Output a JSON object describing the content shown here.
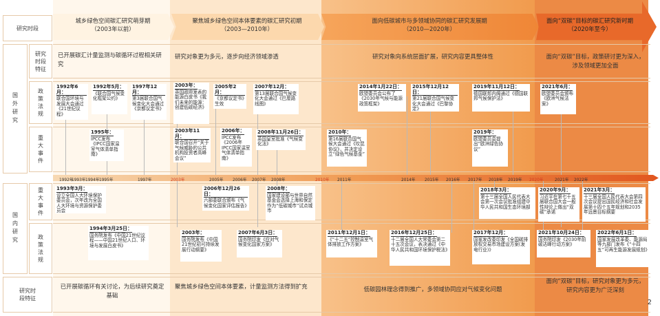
{
  "row_labels": {
    "period": "研究时段",
    "foreign_group": "国外研究",
    "domestic_group": "国内研究",
    "feature": "研究时段特征",
    "policy": "政策法规",
    "events": "重大事件"
  },
  "phases": [
    {
      "title": "城乡绿色空间碳汇研究萌芽期",
      "range": "（2003年以前）",
      "foreign_feature": "已开展碳汇计量监测与碳循环过程相关研究",
      "domestic_feature": "已开展碳循环有关讨论，为后续研究奠定基础",
      "color": "#fff7ec"
    },
    {
      "title": "聚焦城乡绿色空间本体要素的碳汇研究初期",
      "range": "（2003—2010年）",
      "foreign_feature": "研究对象更为多元，逐步向经济领域渗透",
      "domestic_feature": "聚焦城乡绿色空间本体要素，计量监测方法得到扩充",
      "color": "#fde4c8"
    },
    {
      "title": "面向低碳城市与多领域协同的碳汇研究发展期",
      "range": "（2010—2020年）",
      "foreign_feature": "研究对象向系统层面扩展，研究内容更具整体性",
      "domestic_feature": "低碳园林理念得到推广，多领域协同应对气候变化问题",
      "color": "#f6a95c"
    },
    {
      "title": "面向“双碳”目标的碳汇研究新时期",
      "range": "（2020年至今）",
      "foreign_feature": "面向“双碳”目标，政策研讨更为深入，涉及领域更加全面",
      "domestic_feature": "面向“双碳”目标，研究对象更为多元，研究内容更为广泛深刻",
      "color": "#ec7b33"
    }
  ],
  "timeline_ticks": [
    "1992年",
    "1993年",
    "1994年",
    "1995年",
    "1997年",
    "2003年",
    "2005年",
    "2006年",
    "2007年",
    "2008年",
    "2010年",
    "2011年",
    "2014年",
    "2015年",
    "2016年",
    "2017年",
    "2018年",
    "2019年",
    "2020年",
    "2021年",
    "2022年"
  ],
  "cards": [
    {
      "date": "1992年6月：",
      "text": "联合国环境与发展大会通过《21世纪议程》"
    },
    {
      "date": "1992年5月：",
      "text": "《联合国气候变化框架公约》"
    },
    {
      "date": "1997年12月：",
      "text": "第3届联合国气候变化大会通过《京都议定书》"
    },
    {
      "date": "2003年：",
      "text": "英国政府发表的能源白皮书《我们未来的能源：创建低碳经济》"
    },
    {
      "date": "2005年2月：",
      "text": "《京都议定书》生效"
    },
    {
      "date": "2007年12月：",
      "text": "第13届联合国气候变化大会通过《巴厘路线图》"
    },
    {
      "date": "2014年1月22日：",
      "text": "欧盟委员会公布了《2030年气候与能源政策框架》"
    },
    {
      "date": "2015年12月12日：",
      "text": "第21届联合国气候变化大会通过《巴黎协定》"
    },
    {
      "date": "2019年11月12日：",
      "text": "德国联邦内阁通过《德国联邦气候保护法》"
    },
    {
      "date": "2021年6月：",
      "text": "欧盟委员会颁布《欧洲气候法案》"
    },
    {
      "date": "1995年：",
      "text": "IPCC发布《IPCC国家温室气体清单指南》"
    },
    {
      "date": "2003年11月：",
      "text": "联合国召开“关于气候威胁的公共机构投资者高峰会议”"
    },
    {
      "date": "2006年：",
      "text": "IPCC发布《2006年IPCC国家温室气体清单指南》"
    },
    {
      "date": "2008年11月26日：",
      "text": "英国皇室批准《气候变化法》"
    },
    {
      "date": "2010年：",
      "text": "第16届联合国气候大会通过《坎昆协议》，并决定设立“绿色气候基金”"
    },
    {
      "date": "2019年：",
      "text": "欧盟委员会提出“欧洲绿色协议”"
    },
    {
      "date": "1993年3月：",
      "text": "设立全国人大环境保护委员会，次年改为全国人大环境与资源保护委员会"
    },
    {
      "date": "2006年12月26日：",
      "text": "六部委联合颁布《气候变化国家评估报告》"
    },
    {
      "date": "2008年：",
      "text": "国家建设部与世界自然基金会选择上海和保定作为“低碳城市”试点城市"
    },
    {
      "date": "2018年3月：",
      "text": "第十三届全国人民代表大会第一次会议批准组建中华人民共和国生态环境部"
    },
    {
      "date": "2020年9月：",
      "text": "习近平在第七十五届联合国大会一般性辩论上做出“双碳”承诺"
    },
    {
      "date": "2021年3月：",
      "text": "十三届全国人民代表大会第四次会议提出国民经济和社会发展第十四个五年规划和2035年远景目标纲要"
    },
    {
      "date": "1994年3月25日：",
      "text": "国务院发布《中国21世纪议程——中国21世纪人口、环境与发展白皮书》"
    },
    {
      "date": "2003年：",
      "text": "国务院发布《中国21世纪初可持续发展行动纲要》"
    },
    {
      "date": "2007年6月3日：",
      "text": "国务院印发《应对气候变化国家方案》"
    },
    {
      "date": "2011年12月1日：",
      "text": "《“十二五”控制温室气体排放工作方案》"
    },
    {
      "date": "2016年12月25日：",
      "text": "十二届全国人大常委会第二十五次会议，表决通过《中华人民共和国环境保护税法》"
    },
    {
      "date": "2017年12月：",
      "text": "国家发改委印发《全国碳排放权交易市场建设方案(发电行业)》"
    },
    {
      "date": "2021年10月24日：",
      "text": "国务院印发《2030年前碳达峰行动方案》"
    },
    {
      "date": "2022年6月1日：",
      "text": "国家发展改革委、能源局等九部门发布《“十四五”可再生能源发展规划》"
    }
  ],
  "page_number": "2"
}
